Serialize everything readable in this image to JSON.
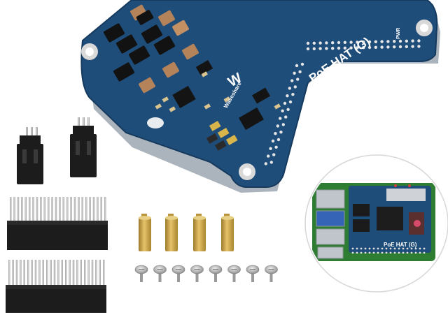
{
  "product": {
    "board_name": "PoE HAT (G)",
    "brand": "Waveshare",
    "pwr_label": "PWR",
    "inset_board_name": "PoE HAT (G)"
  },
  "colors": {
    "pcb_blue": "#1f4d7a",
    "pcb_edge": "#163a5e",
    "header_black": "#1c1c1c",
    "brass": "#c8a24a",
    "screw": "#b9b9b9",
    "rpi_green": "#2e7d32"
  },
  "components": {
    "standoffs_count": 4,
    "screws_count": 8,
    "jumper_headers_count": 2,
    "stacking_headers_count": 2
  }
}
